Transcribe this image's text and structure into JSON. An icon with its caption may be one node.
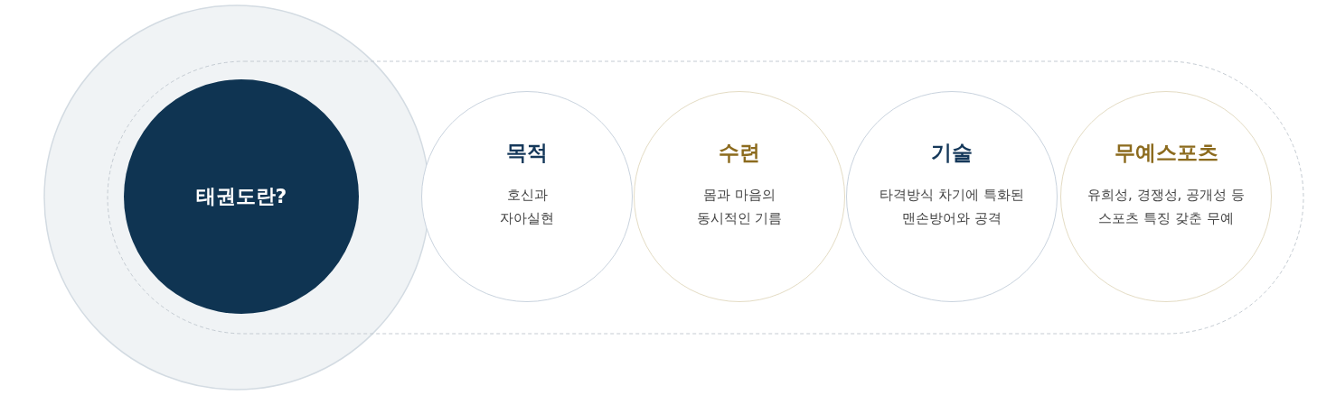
{
  "diagram": {
    "nodes": [
      {
        "text": [
          "태권도란?"
        ]
      },
      {
        "text": [
          "목적",
          "호신과 자아실현"
        ]
      },
      {
        "text": [
          "수련",
          "몸과 마음의 동시적인 기름"
        ]
      },
      {
        "text": [
          "기술",
          "타격방식 차기에 특화된 맨손방어와 공격"
        ]
      },
      {
        "text": [
          "무예스포츠",
          "유희성, 경쟁성, 공개성 등 스포츠 특징 갖춘 무예"
        ]
      }
    ]
  }
}
